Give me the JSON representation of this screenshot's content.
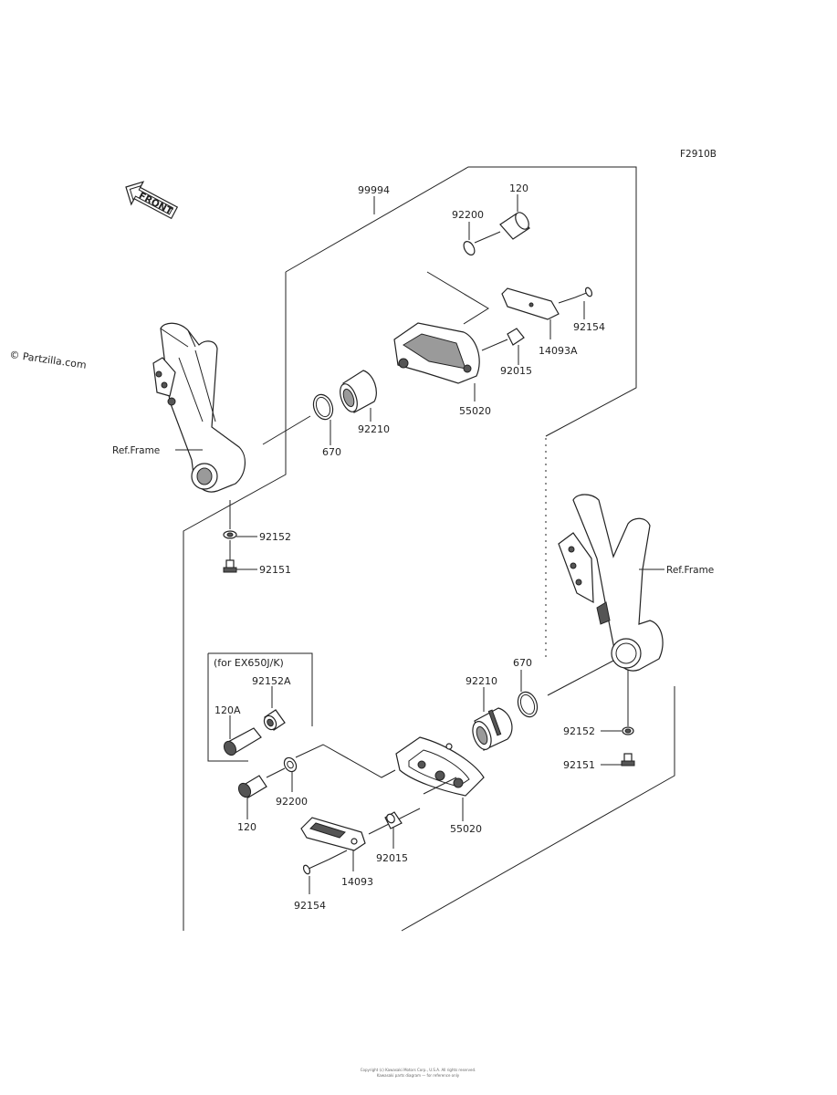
{
  "figure_code": "F2910B",
  "watermark": "© Partzilla.com",
  "front_arrow_label": "FRONT",
  "variant_note": "(for EX650J/K)",
  "labels": {
    "kit": "99994",
    "bolt_top": "120",
    "washer_top": "92200",
    "screw_top": "92154",
    "plate_top": "14093A",
    "collar_top": "92015",
    "slider_top": "55020",
    "spacer_top": "92210",
    "ring_top": "670",
    "ref_frame_left": "Ref.Frame",
    "nut_left": "92152",
    "bolt_left": "92151",
    "ref_frame_right": "Ref.Frame",
    "ring_bottom": "670",
    "spacer_bottom": "92210",
    "nut_right": "92152",
    "bolt_right": "92151",
    "spacer_alt": "92152A",
    "bolt_alt": "120A",
    "bolt_bottom": "120",
    "washer_bottom": "92200",
    "slider_bottom": "55020",
    "collar_bottom": "92015",
    "plate_bottom": "14093",
    "screw_bottom": "92154"
  },
  "footer_line1": "Copyright (c) Kawasaki Motors Corp., U.S.A. All rights reserved.",
  "footer_line2": "Kawasaki parts diagram — for reference only"
}
